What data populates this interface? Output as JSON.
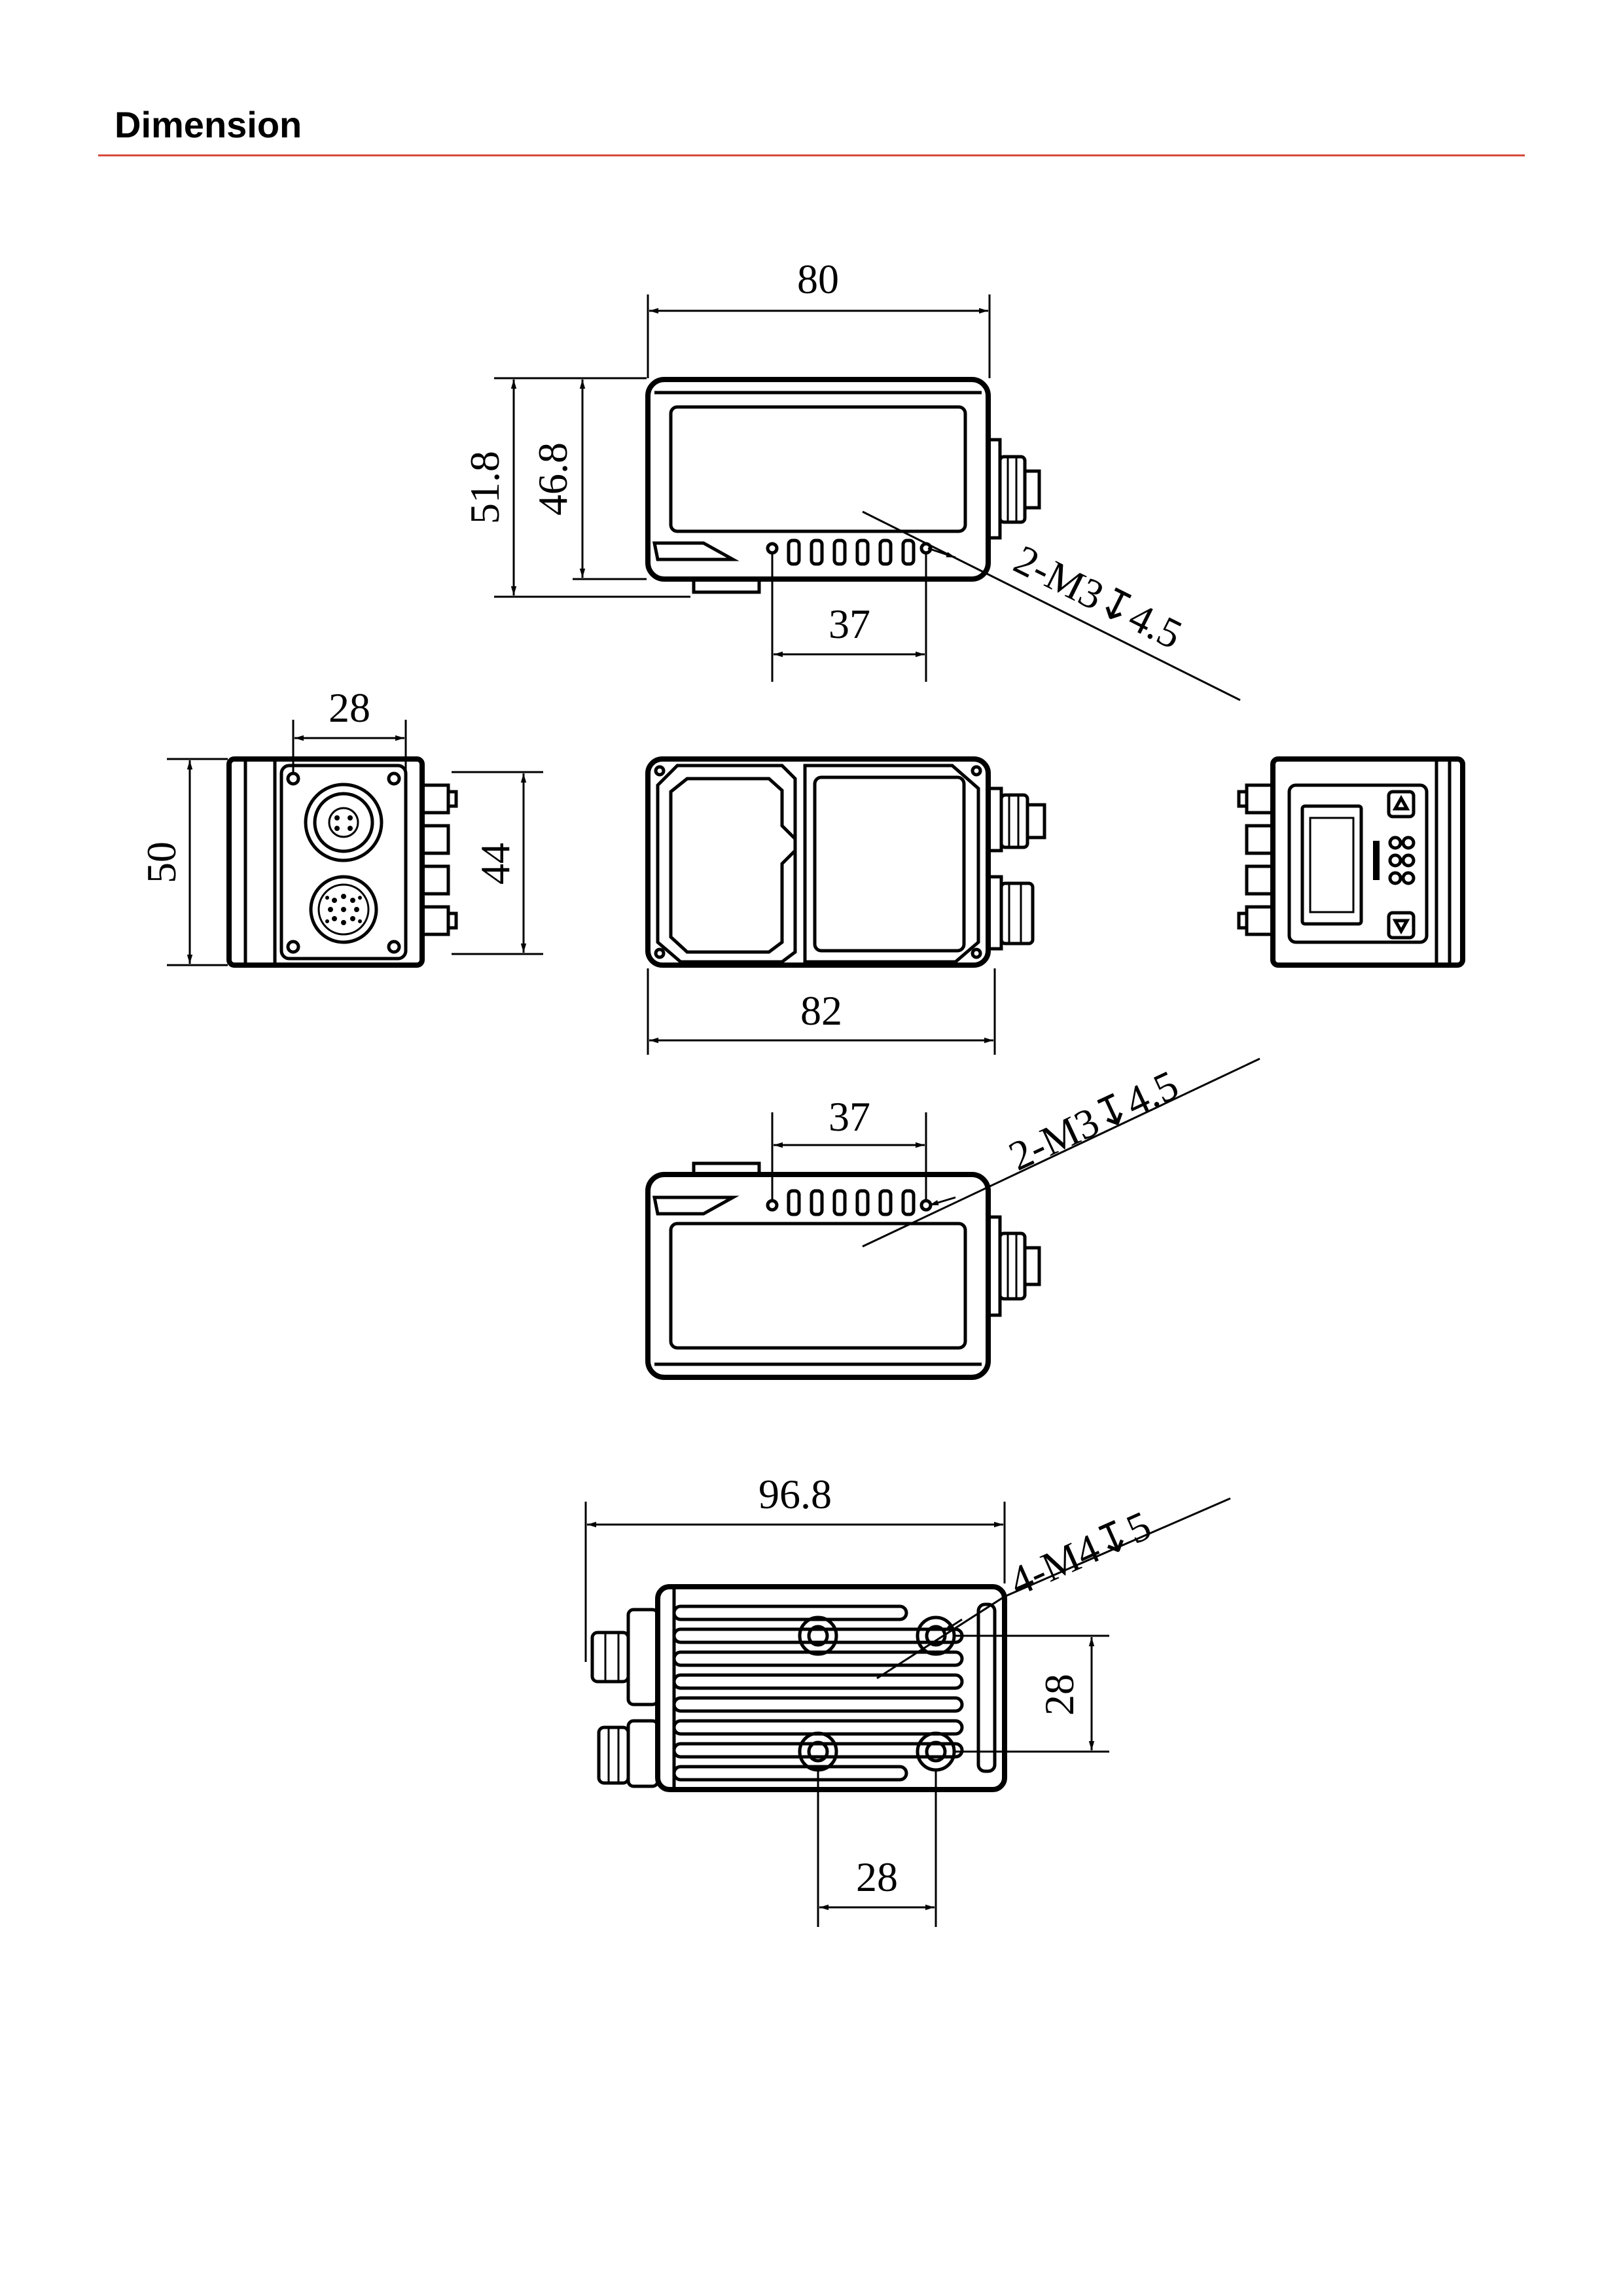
{
  "header": {
    "title": "Dimension"
  },
  "views": {
    "top": {
      "width": "80",
      "height_outer": "51.8",
      "height_inner": "46.8",
      "hole_spacing": "37",
      "hole_callout": "2-M3↧4.5"
    },
    "left": {
      "connector_spacing": "28",
      "height_outer": "50",
      "height_inner": "44"
    },
    "front": {
      "width": "82"
    },
    "bottom": {
      "hole_spacing": "37",
      "hole_callout": "2-M3↧4.5"
    },
    "rear": {
      "length": "96.8",
      "hole_callout": "4-M4↧5",
      "hole_spacing_v": "28",
      "hole_spacing_h": "28"
    }
  },
  "colors": {
    "rule": "#d9483b",
    "line": "#000000"
  }
}
